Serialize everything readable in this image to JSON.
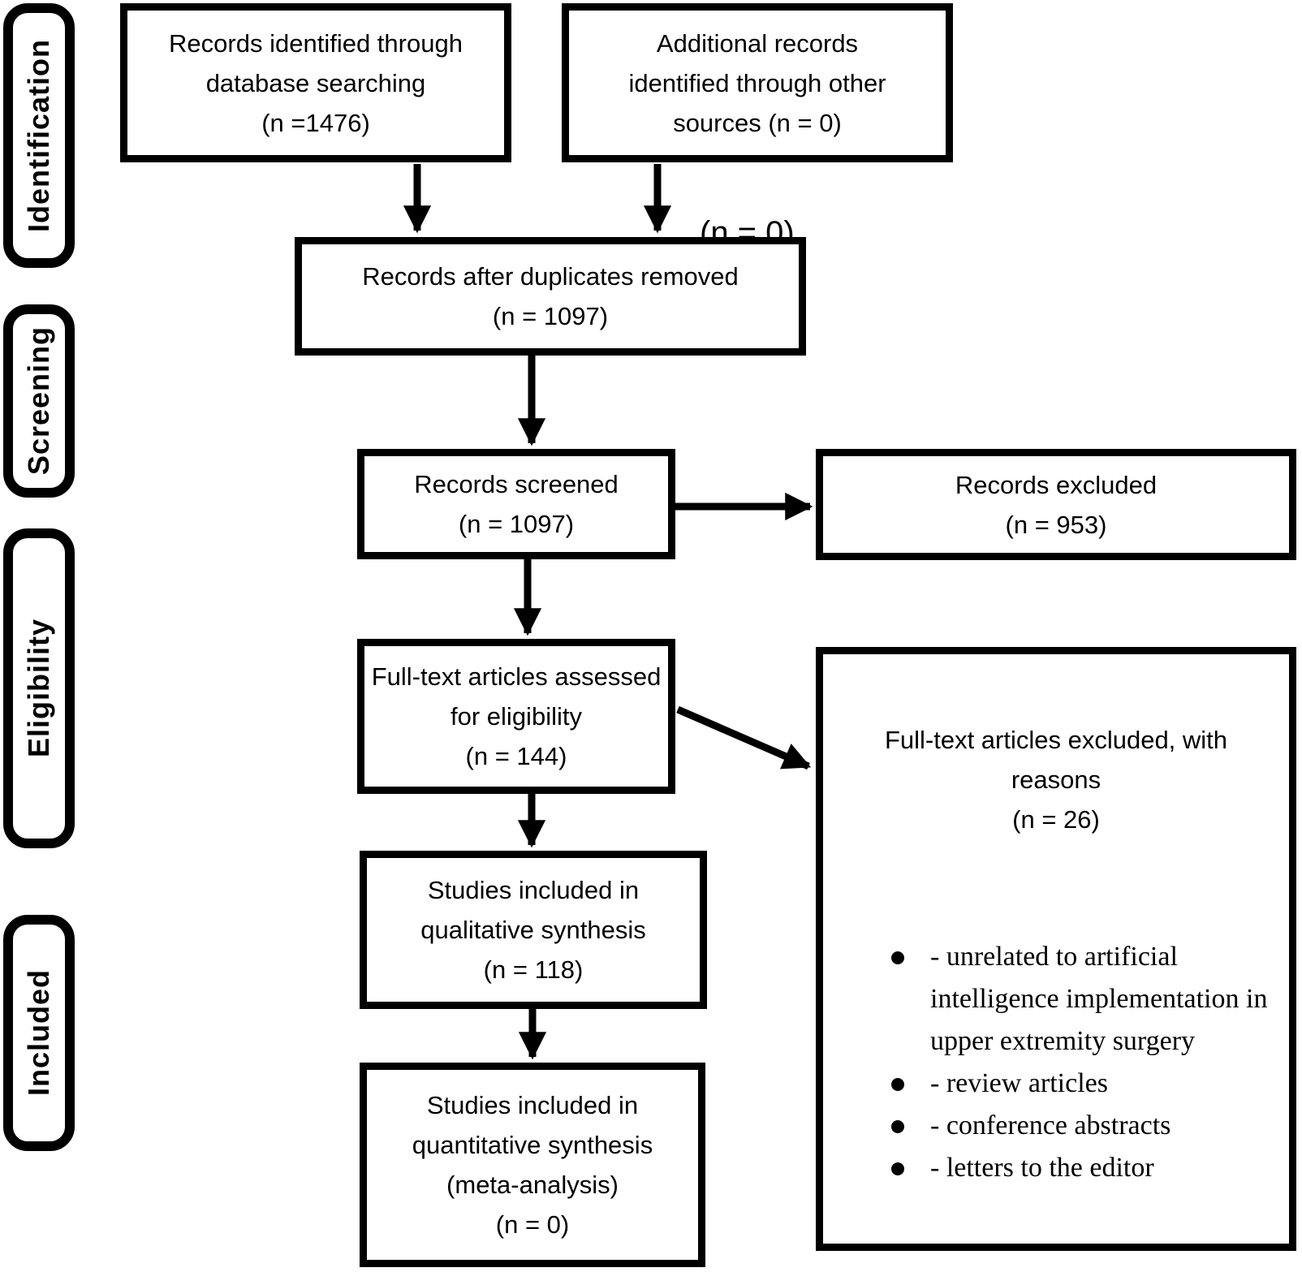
{
  "diagram": {
    "stages": [
      {
        "label": "Identification"
      },
      {
        "label": "Screening"
      },
      {
        "label": "Eligibility"
      },
      {
        "label": "Included"
      }
    ],
    "boxes": {
      "identified": {
        "text": "Records identified through\ndatabase searching\n(n =1476)"
      },
      "additional": {
        "text": "Additional records\nidentified through other\nsources (n = 0)"
      },
      "deduplicated": {
        "text": "Records after duplicates removed\n(n = 1097)"
      },
      "screened": {
        "text": "Records screened\n(n = 1097)"
      },
      "records_excluded": {
        "text": "Records excluded\n(n = 953)"
      },
      "fulltext_assessed": {
        "text": "Full-text articles assessed\nfor eligibility\n(n = 144)"
      },
      "fulltext_excluded": {
        "title": "Full-text articles excluded, with\nreasons\n(n = 26)",
        "reasons": [
          "- unrelated to artificial intelligence implementation in upper extremity surgery",
          "- review articles",
          "- conference abstracts",
          "- letters to the editor"
        ]
      },
      "qualitative": {
        "text": "Studies included in\nqualitative synthesis\n(n = 118)"
      },
      "quantitative": {
        "text": "Studies included in\nquantitative synthesis\n(meta-analysis)\n(n = 0)"
      }
    },
    "artifact_fragment": "(n = 0)"
  },
  "colors": {
    "line": "#000000",
    "background": "#ffffff",
    "text": "#000000"
  }
}
